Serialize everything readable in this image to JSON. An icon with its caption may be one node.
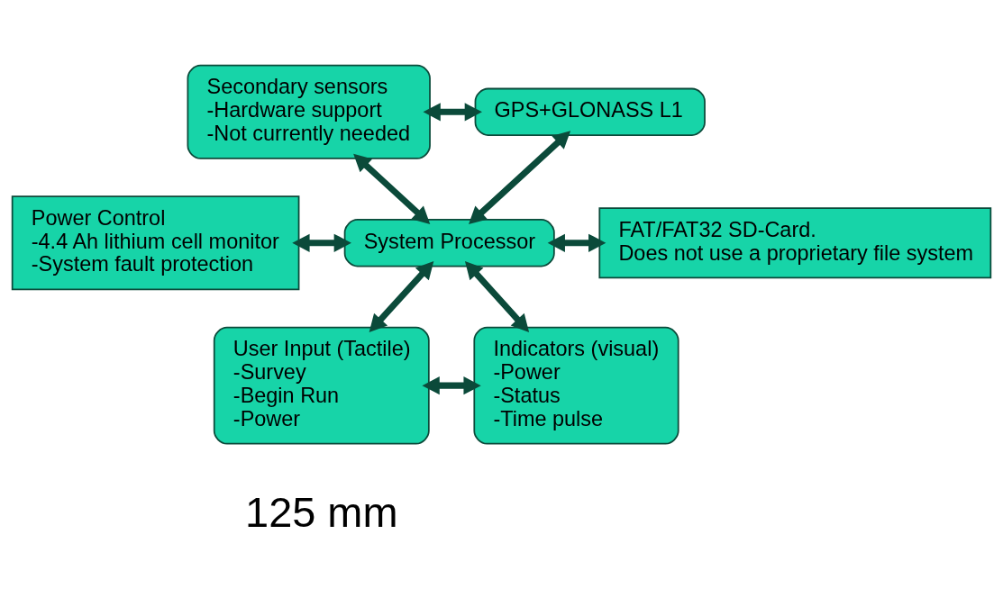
{
  "diagram": {
    "nodes": [
      {
        "text": [
          "Secondary sensors",
          "-Hardware support",
          "-Not currently needed"
        ]
      },
      {
        "text": [
          "GPS+GLONASS L1"
        ]
      },
      {
        "text": [
          "Power Control",
          "-4.4 Ah lithium cell monitor",
          "-System fault protection"
        ]
      },
      {
        "text": [
          "System Processor"
        ]
      },
      {
        "text": [
          "FAT/FAT32 SD-Card.",
          "Does not use a proprietary file system"
        ]
      },
      {
        "text": [
          "User Input (Tactile)",
          "-Survey",
          "-Begin Run",
          "-Power"
        ]
      },
      {
        "text": [
          "Indicators (visual)",
          "-Power",
          "-Status",
          "-Time pulse"
        ]
      }
    ],
    "edges": [
      {
        "from": 0,
        "to": 1,
        "arrow": "both"
      },
      {
        "from": 0,
        "to": 3,
        "arrow": "both"
      },
      {
        "from": 1,
        "to": 3,
        "arrow": "both"
      },
      {
        "from": 2,
        "to": 3,
        "arrow": "both"
      },
      {
        "from": 3,
        "to": 4,
        "arrow": "both"
      },
      {
        "from": 3,
        "to": 5,
        "arrow": "both"
      },
      {
        "from": 3,
        "to": 6,
        "arrow": "both"
      },
      {
        "from": 5,
        "to": 6,
        "arrow": "both"
      }
    ],
    "labels": [
      "125 mm"
    ]
  }
}
